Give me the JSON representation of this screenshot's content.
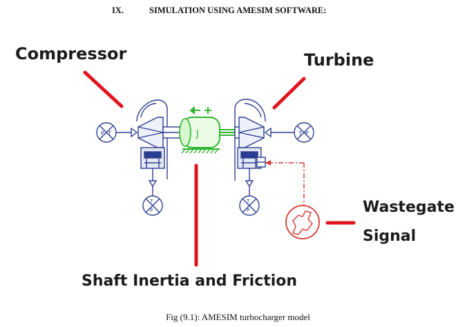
{
  "section": {
    "number": "IX.",
    "title": "SIMULATION USING AMESIM SOFTWARE:"
  },
  "callouts": {
    "compressor": "Compressor",
    "turbine": "Turbine",
    "shaft": "Shaft Inertia and Friction",
    "wastegate_line1": "Wastegate",
    "wastegate_line2": "Signal"
  },
  "diagram": {
    "inertia_symbol": "J"
  },
  "caption": "Fig (9.1): AMESIM turbocharger model",
  "colors": {
    "callout_line": "#e0141e",
    "component_blue": "#2b3d8f",
    "shaft_green": "#2fb52c",
    "signal_red": "#d9342e",
    "text": "#1b1b1b"
  }
}
